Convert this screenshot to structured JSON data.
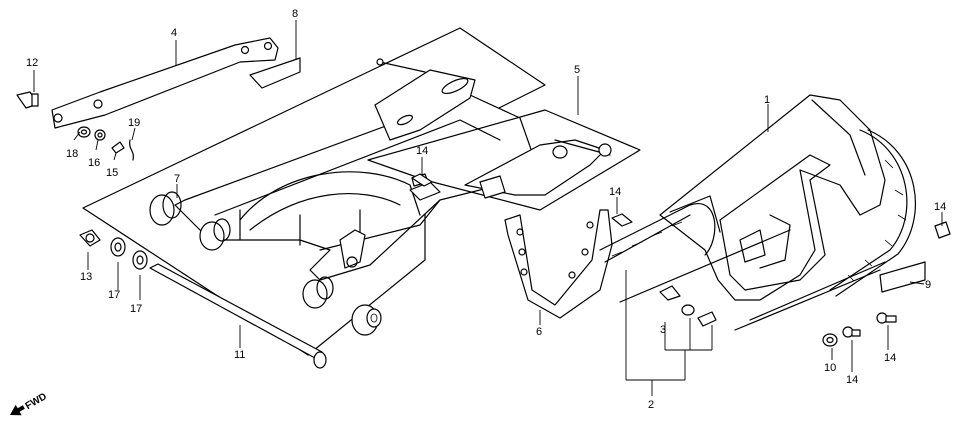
{
  "parts": {
    "p1": "1",
    "p2": "2",
    "p3": "3",
    "p4": "4",
    "p5": "5",
    "p6": "6",
    "p7": "7",
    "p8": "8",
    "p9": "9",
    "p10": "10",
    "p11": "11",
    "p12": "12",
    "p13": "13",
    "p14": "14",
    "p15": "15",
    "p16": "16",
    "p17": "17",
    "p18": "18",
    "p19": "19"
  },
  "fwd_label": "FWD"
}
